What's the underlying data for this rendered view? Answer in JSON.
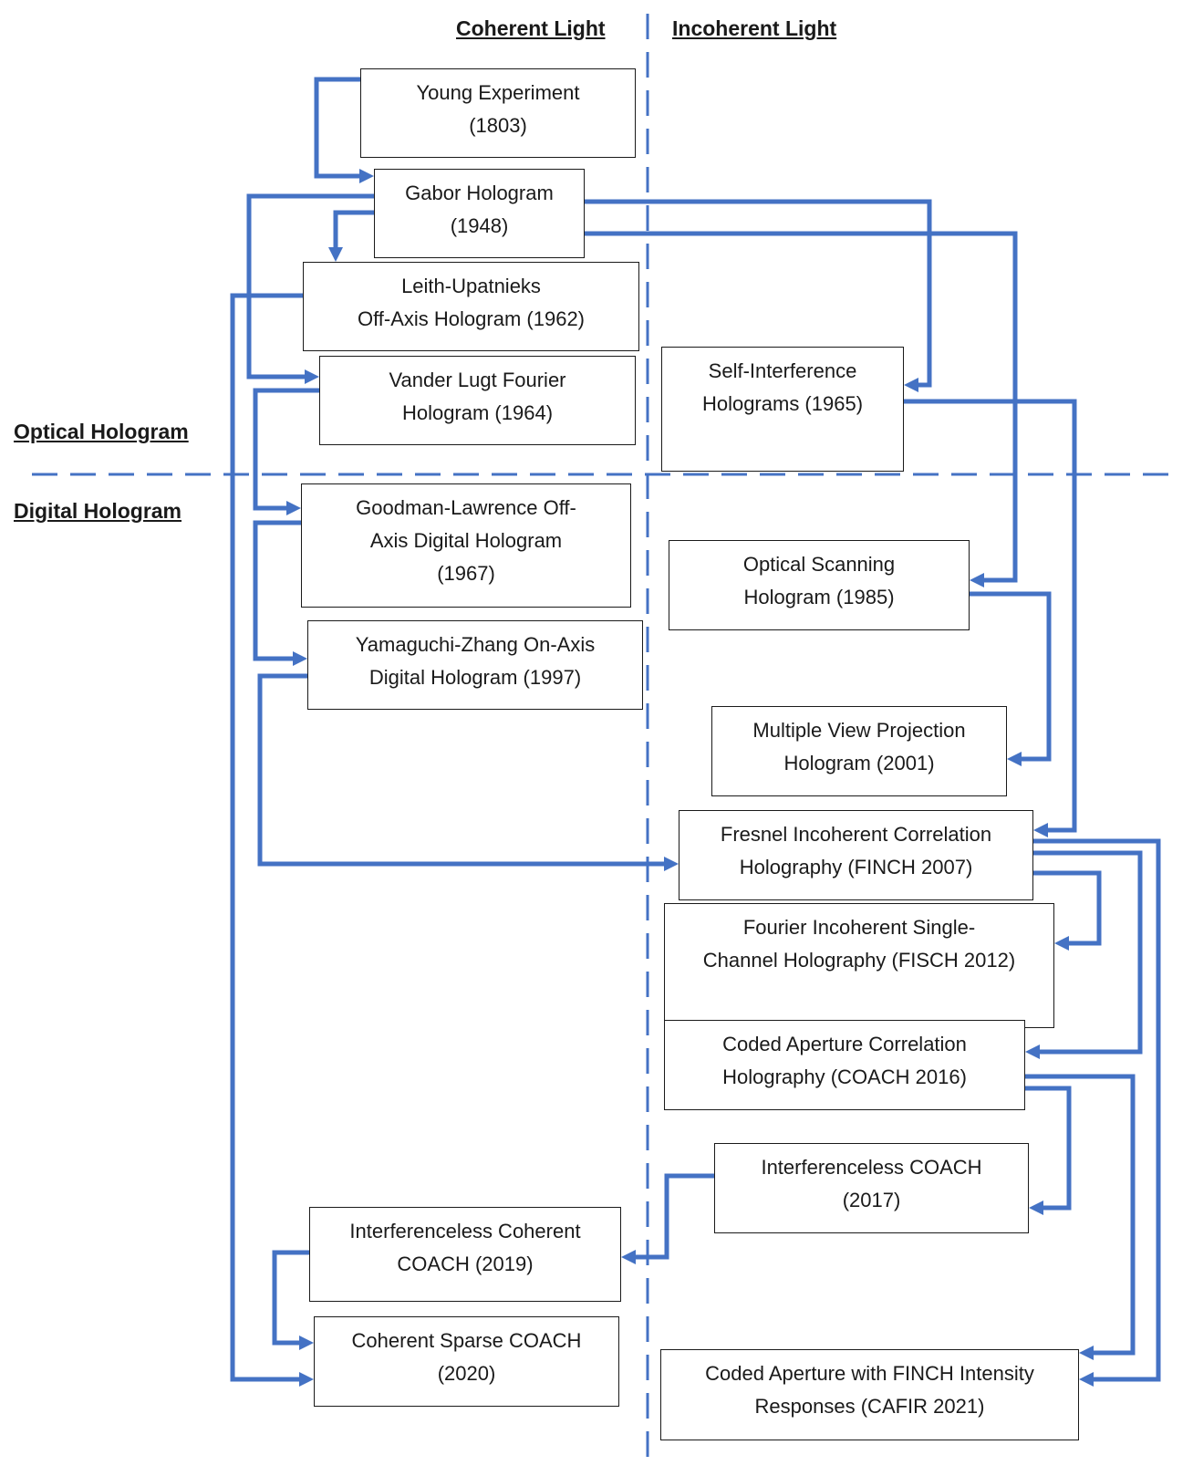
{
  "columns": {
    "coherent": "Coherent Light",
    "incoherent": "Incoherent Light"
  },
  "rows": {
    "optical": "Optical Hologram",
    "digital": "Digital Hologram"
  },
  "nodes": {
    "young": [
      "Young Experiment",
      "(1803)"
    ],
    "gabor": [
      "Gabor Hologram",
      "(1948)"
    ],
    "leith": [
      "Leith-Upatnieks",
      "Off-Axis Hologram (1962)"
    ],
    "vander": [
      "Vander Lugt Fourier",
      "Hologram (1964)"
    ],
    "self": [
      "Self-Interference",
      "Holograms (1965)"
    ],
    "goodman": [
      "Goodman-Lawrence Off-",
      "Axis Digital Hologram",
      "(1967)"
    ],
    "yamaguchi": [
      "Yamaguchi-Zhang On-Axis",
      "Digital Hologram (1997)"
    ],
    "optical_scanning": [
      "Optical Scanning",
      "Hologram (1985)"
    ],
    "mvp": [
      "Multiple View Projection",
      "Hologram (2001)"
    ],
    "finch": [
      "Fresnel Incoherent Correlation",
      "Holography (FINCH 2007)"
    ],
    "fisch": [
      "Fourier Incoherent Single-",
      "Channel Holography (FISCH 2012)"
    ],
    "coach": [
      "Coded Aperture Correlation",
      "Holography (COACH 2016)"
    ],
    "icoach": [
      "Interferenceless COACH",
      "(2017)"
    ],
    "iccoach": [
      "Interferenceless Coherent",
      "COACH (2019)"
    ],
    "cscoach": [
      "Coherent Sparse COACH",
      "(2020)"
    ],
    "cafir": [
      "Coded Aperture with FINCH Intensity",
      "Responses (CAFIR 2021)"
    ]
  },
  "colors": {
    "connector": "#4472c4",
    "divider": "#4472c4",
    "box_border": "#1a1a1a"
  }
}
